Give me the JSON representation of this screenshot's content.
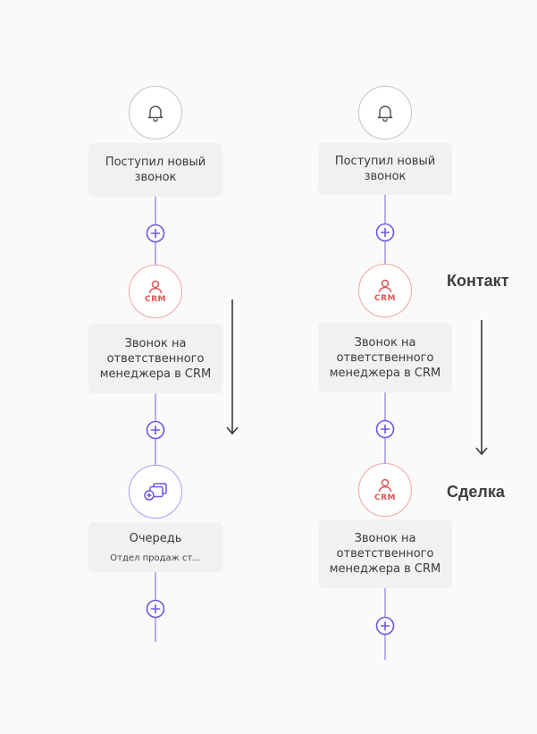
{
  "left_flow": {
    "step1": {
      "icon": "bell-icon",
      "text": "Поступил новый звонок"
    },
    "step2": {
      "icon": "crm-user-icon",
      "badge": "CRM",
      "text": "Звонок на ответственного менеджера в CRM"
    },
    "step3": {
      "icon": "queue-icon",
      "text": "Очередь",
      "sub": "Отдел продаж ст..."
    }
  },
  "right_flow": {
    "step1": {
      "icon": "bell-icon",
      "text": "Поступил новый звонок"
    },
    "step2": {
      "icon": "crm-user-icon",
      "badge": "CRM",
      "text": "Звонок на ответственного менеджера в CRM"
    },
    "step3": {
      "icon": "crm-user-icon",
      "badge": "CRM",
      "text": "Звонок на ответственного менеджера в CRM"
    }
  },
  "labels": {
    "contact": "Контакт",
    "deal": "Сделка"
  },
  "colors": {
    "line": "#b7aef0",
    "plus": "#6b58e0",
    "crm": "#e35454",
    "card": "#f1f1f1"
  }
}
